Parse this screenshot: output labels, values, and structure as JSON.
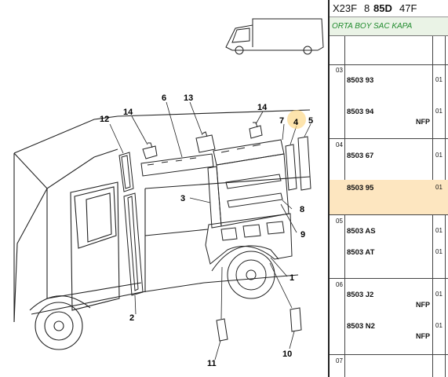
{
  "header": {
    "code1": "X23F",
    "code2": "8",
    "code3": "85D",
    "code4": "47F"
  },
  "table_title": "ORTA BOY SAC KAPA",
  "groups": [
    {
      "no": "03",
      "refs": [
        {
          "ref": "8503 93",
          "qty": "01",
          "flag": ""
        },
        {
          "ref": "8503 94",
          "qty": "01",
          "flag": "NFP"
        }
      ]
    },
    {
      "no": "04",
      "refs": [
        {
          "ref": "8503 67",
          "qty": "01",
          "flag": ""
        },
        {
          "ref": "8503 95",
          "qty": "01",
          "flag": "",
          "selected": true
        }
      ]
    },
    {
      "no": "05",
      "refs": [
        {
          "ref": "8503 AS",
          "qty": "01",
          "flag": ""
        },
        {
          "ref": "8503 AT",
          "qty": "01",
          "flag": ""
        }
      ]
    },
    {
      "no": "06",
      "refs": [
        {
          "ref": "8503 J2",
          "qty": "01",
          "flag": "NFP"
        },
        {
          "ref": "8503 N2",
          "qty": "01",
          "flag": "NFP"
        }
      ]
    },
    {
      "no": "07",
      "refs": []
    }
  ],
  "callouts": [
    "1",
    "2",
    "3",
    "4",
    "5",
    "6",
    "7",
    "8",
    "9",
    "10",
    "11",
    "12",
    "13",
    "14",
    "14"
  ],
  "highlight_color": "#fde6c0",
  "title_color": "#1f8a2c"
}
